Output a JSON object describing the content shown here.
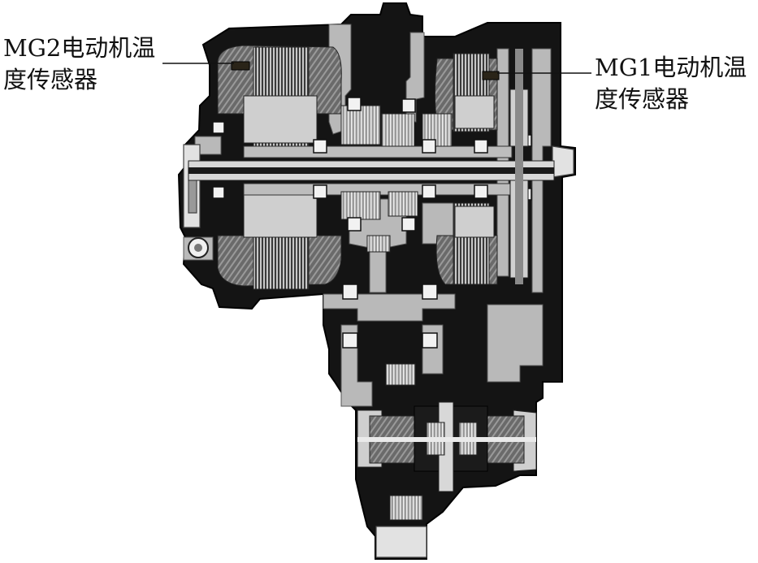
{
  "labels": {
    "mg2_sensor": {
      "line1": "MG2电动机温",
      "line2": "度传感器"
    },
    "mg1_sensor": {
      "line1": "MG1电动机温",
      "line2": "度传感器"
    }
  },
  "colors": {
    "housing_black": "#111111",
    "housing_gray": "#b8b8b8",
    "light_gray": "#e6e6e6",
    "mid_gray": "#8a8a8a",
    "sensor_dark": "#2a2418",
    "background": "#ffffff"
  }
}
